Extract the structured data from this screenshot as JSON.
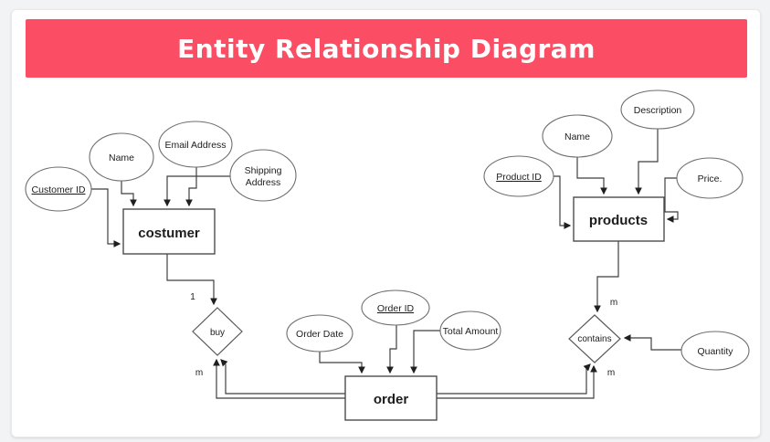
{
  "page": {
    "title": "Entity Relationship Diagram"
  },
  "theme": {
    "banner_color": "#fb4d63",
    "banner_text_color": "#ffffff",
    "diagram_line_color": "#3f3f3f",
    "shape_fill": "#ffffff"
  },
  "entities": {
    "costumer": {
      "label": "costumer"
    },
    "products": {
      "label": "products"
    },
    "order": {
      "label": "order"
    }
  },
  "relationships": {
    "buy": {
      "label": "buy"
    },
    "contains": {
      "label": "contains"
    }
  },
  "attributes": {
    "customer_id": {
      "label": "Customer ID",
      "is_key": true
    },
    "customer_name": {
      "label": "Name"
    },
    "email_address": {
      "label": "Email Address"
    },
    "shipping_address": {
      "line1": "Shipping",
      "line2": "Address"
    },
    "product_id": {
      "label": "Product ID",
      "is_key": true
    },
    "product_name": {
      "label": "Name"
    },
    "description": {
      "label": "Description"
    },
    "price": {
      "label": "Price."
    },
    "quantity": {
      "label": "Quantity"
    },
    "order_id": {
      "label": "Order ID",
      "is_key": true
    },
    "order_date": {
      "label": "Order Date"
    },
    "total_amount": {
      "label": "Total Amount"
    }
  },
  "cardinalities": {
    "costumer_buy": "1",
    "buy_order": "m",
    "products_contains": "m",
    "contains_order": "m"
  }
}
